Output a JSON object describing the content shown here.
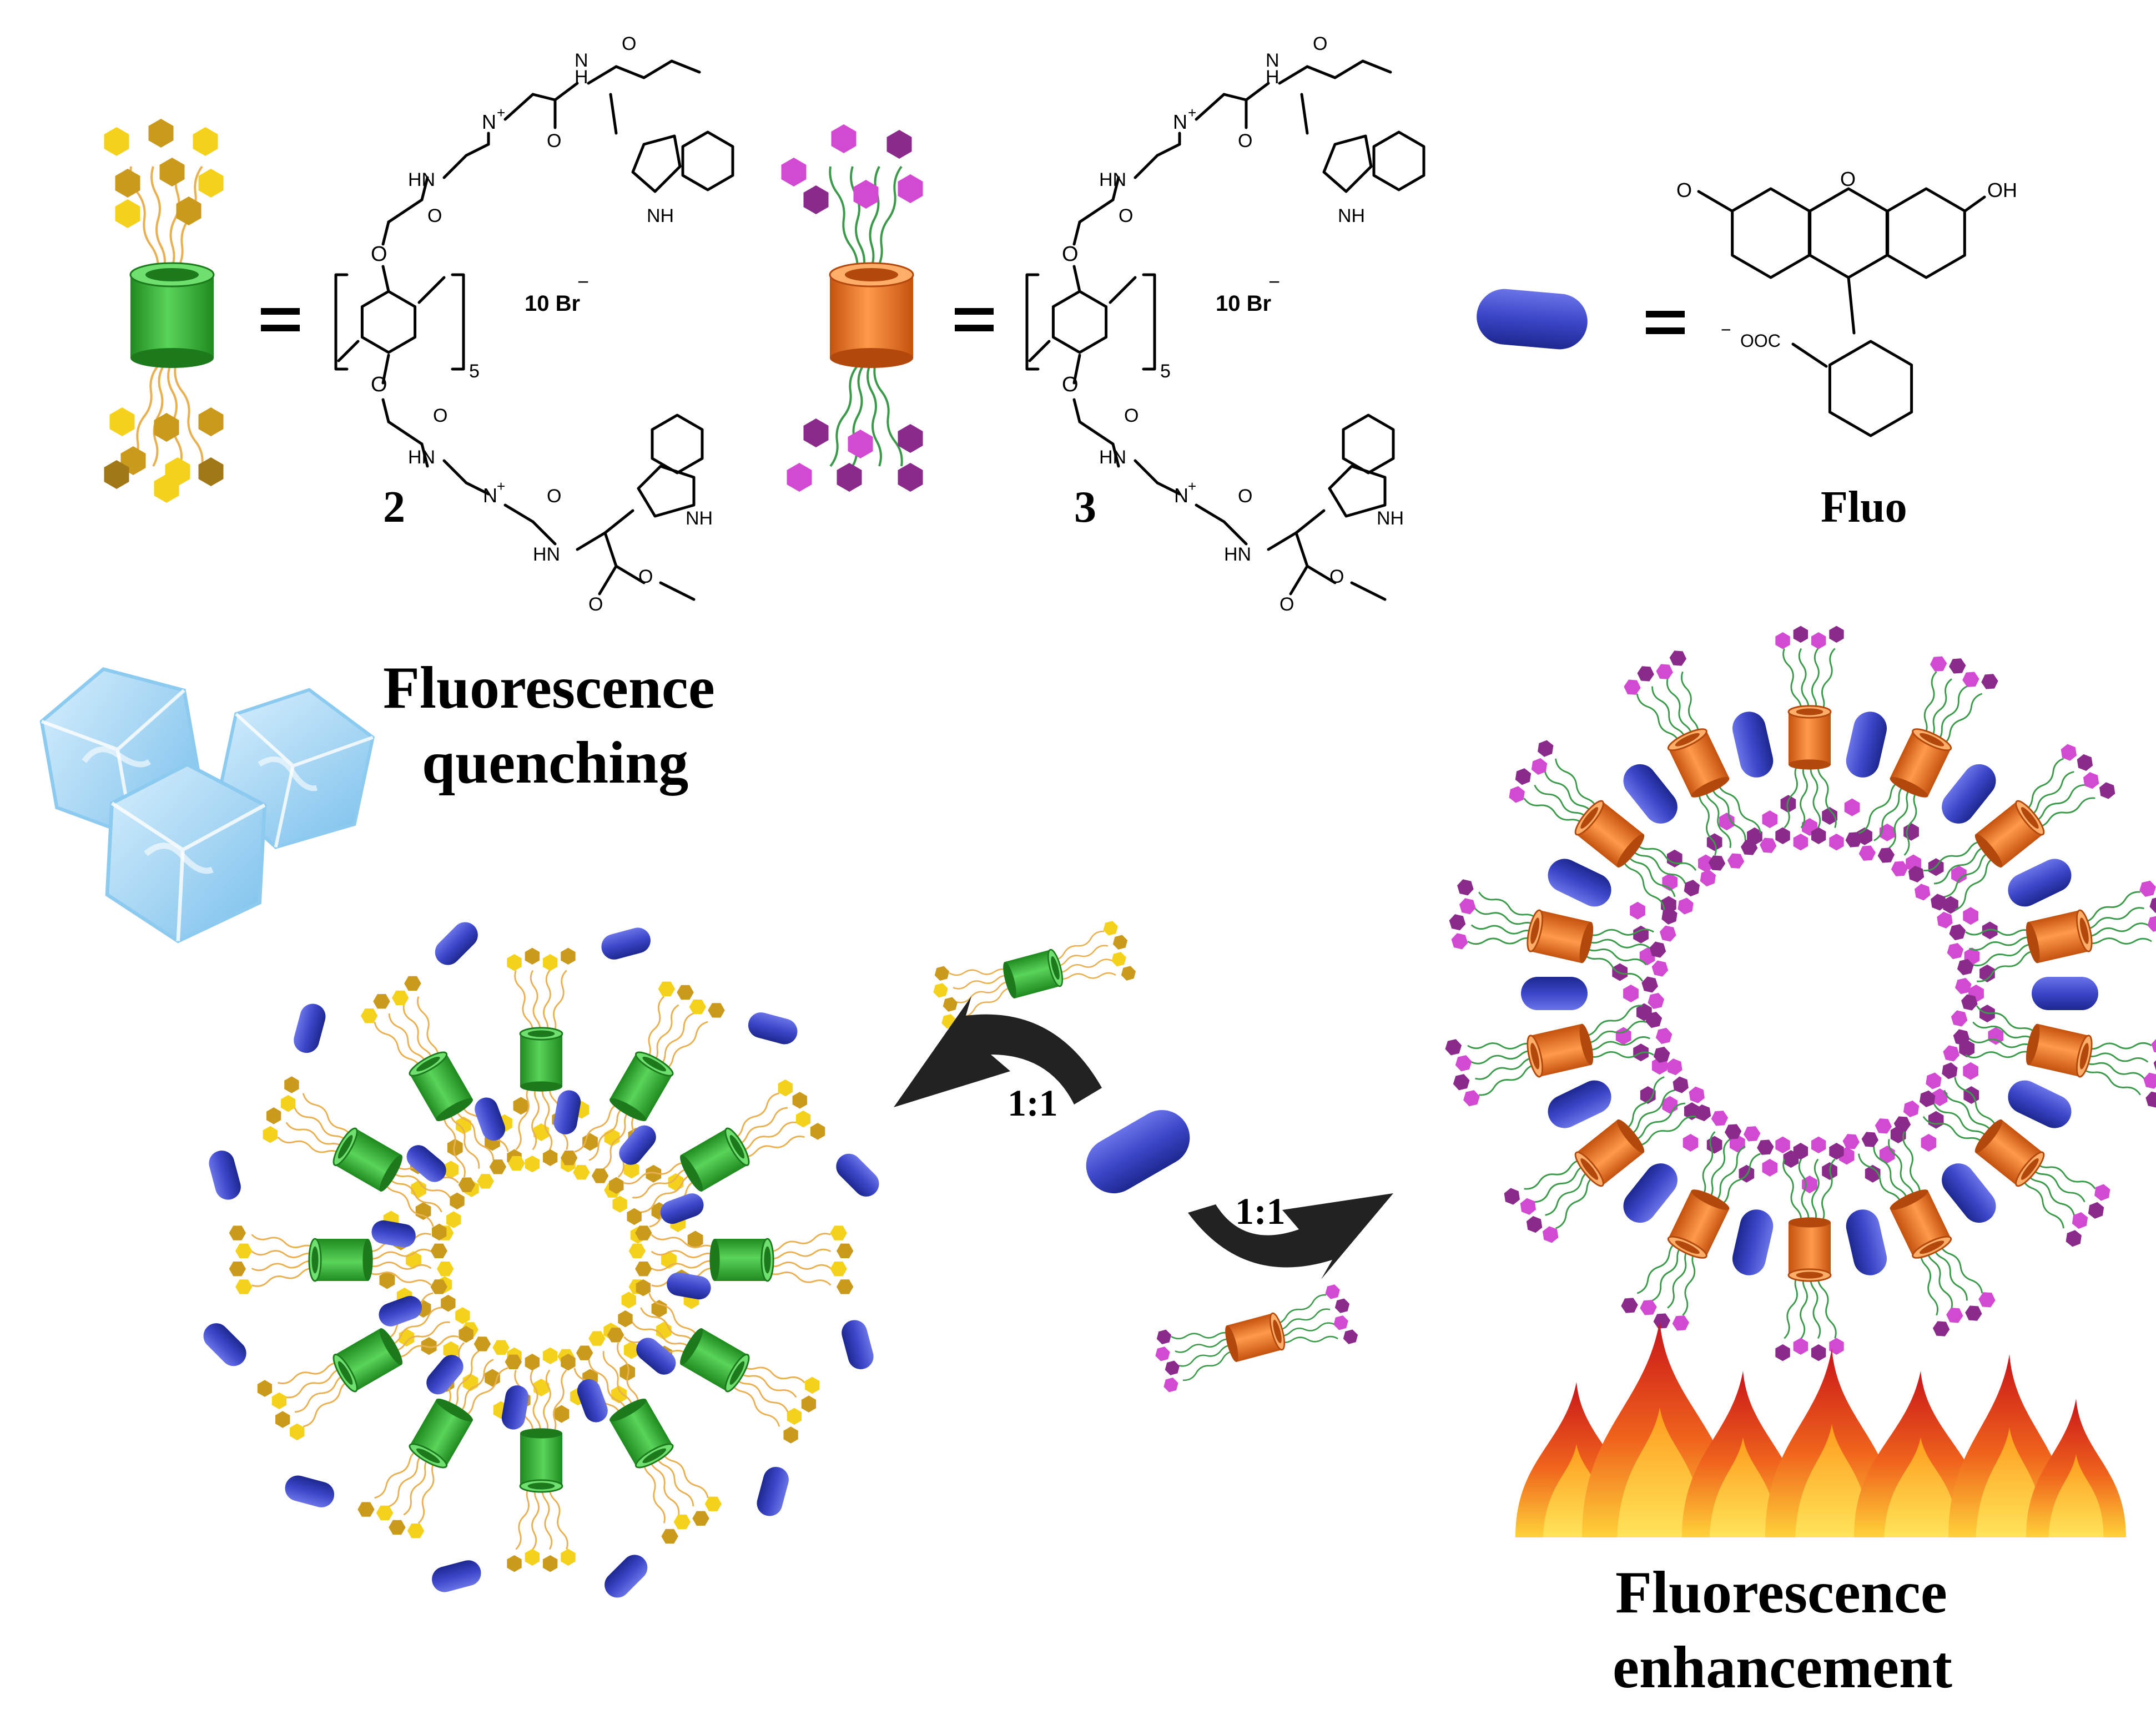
{
  "labels": {
    "compound_2": "2",
    "compound_3": "3",
    "fluo": "Fluo",
    "quenching_line1": "Fluorescence",
    "quenching_line2": "quenching",
    "enhancement_line1": "Fluorescence",
    "enhancement_line2": "enhancement",
    "ratio_left": "1:1",
    "ratio_right": "1:1",
    "counterion_2": "10 Br",
    "counterion_3": "10 Br",
    "repeat_2": "5",
    "repeat_3": "5",
    "equals": "="
  },
  "atoms": {
    "hn": "HN",
    "nh": "NH",
    "h": "H",
    "n": "N",
    "o": "O",
    "n_plus": "N+",
    "oh": "OH",
    "coo": "OOC",
    "minus": "−"
  },
  "colors": {
    "green_host": "#3db83d",
    "orange_host": "#f07a2a",
    "fluo_dye": "#3b46c8",
    "yellow_tail": "#f4d21c",
    "gold_tail": "#c99a1c",
    "magenta_tail": "#d24ad2",
    "purple_tail": "#8a2a8a",
    "ice": "#a8d8f4",
    "fire": "#f05a1c",
    "arrow": "#222222"
  },
  "icons": [
    "ice-cubes-icon",
    "fire-icon",
    "curved-arrow-icon"
  ]
}
